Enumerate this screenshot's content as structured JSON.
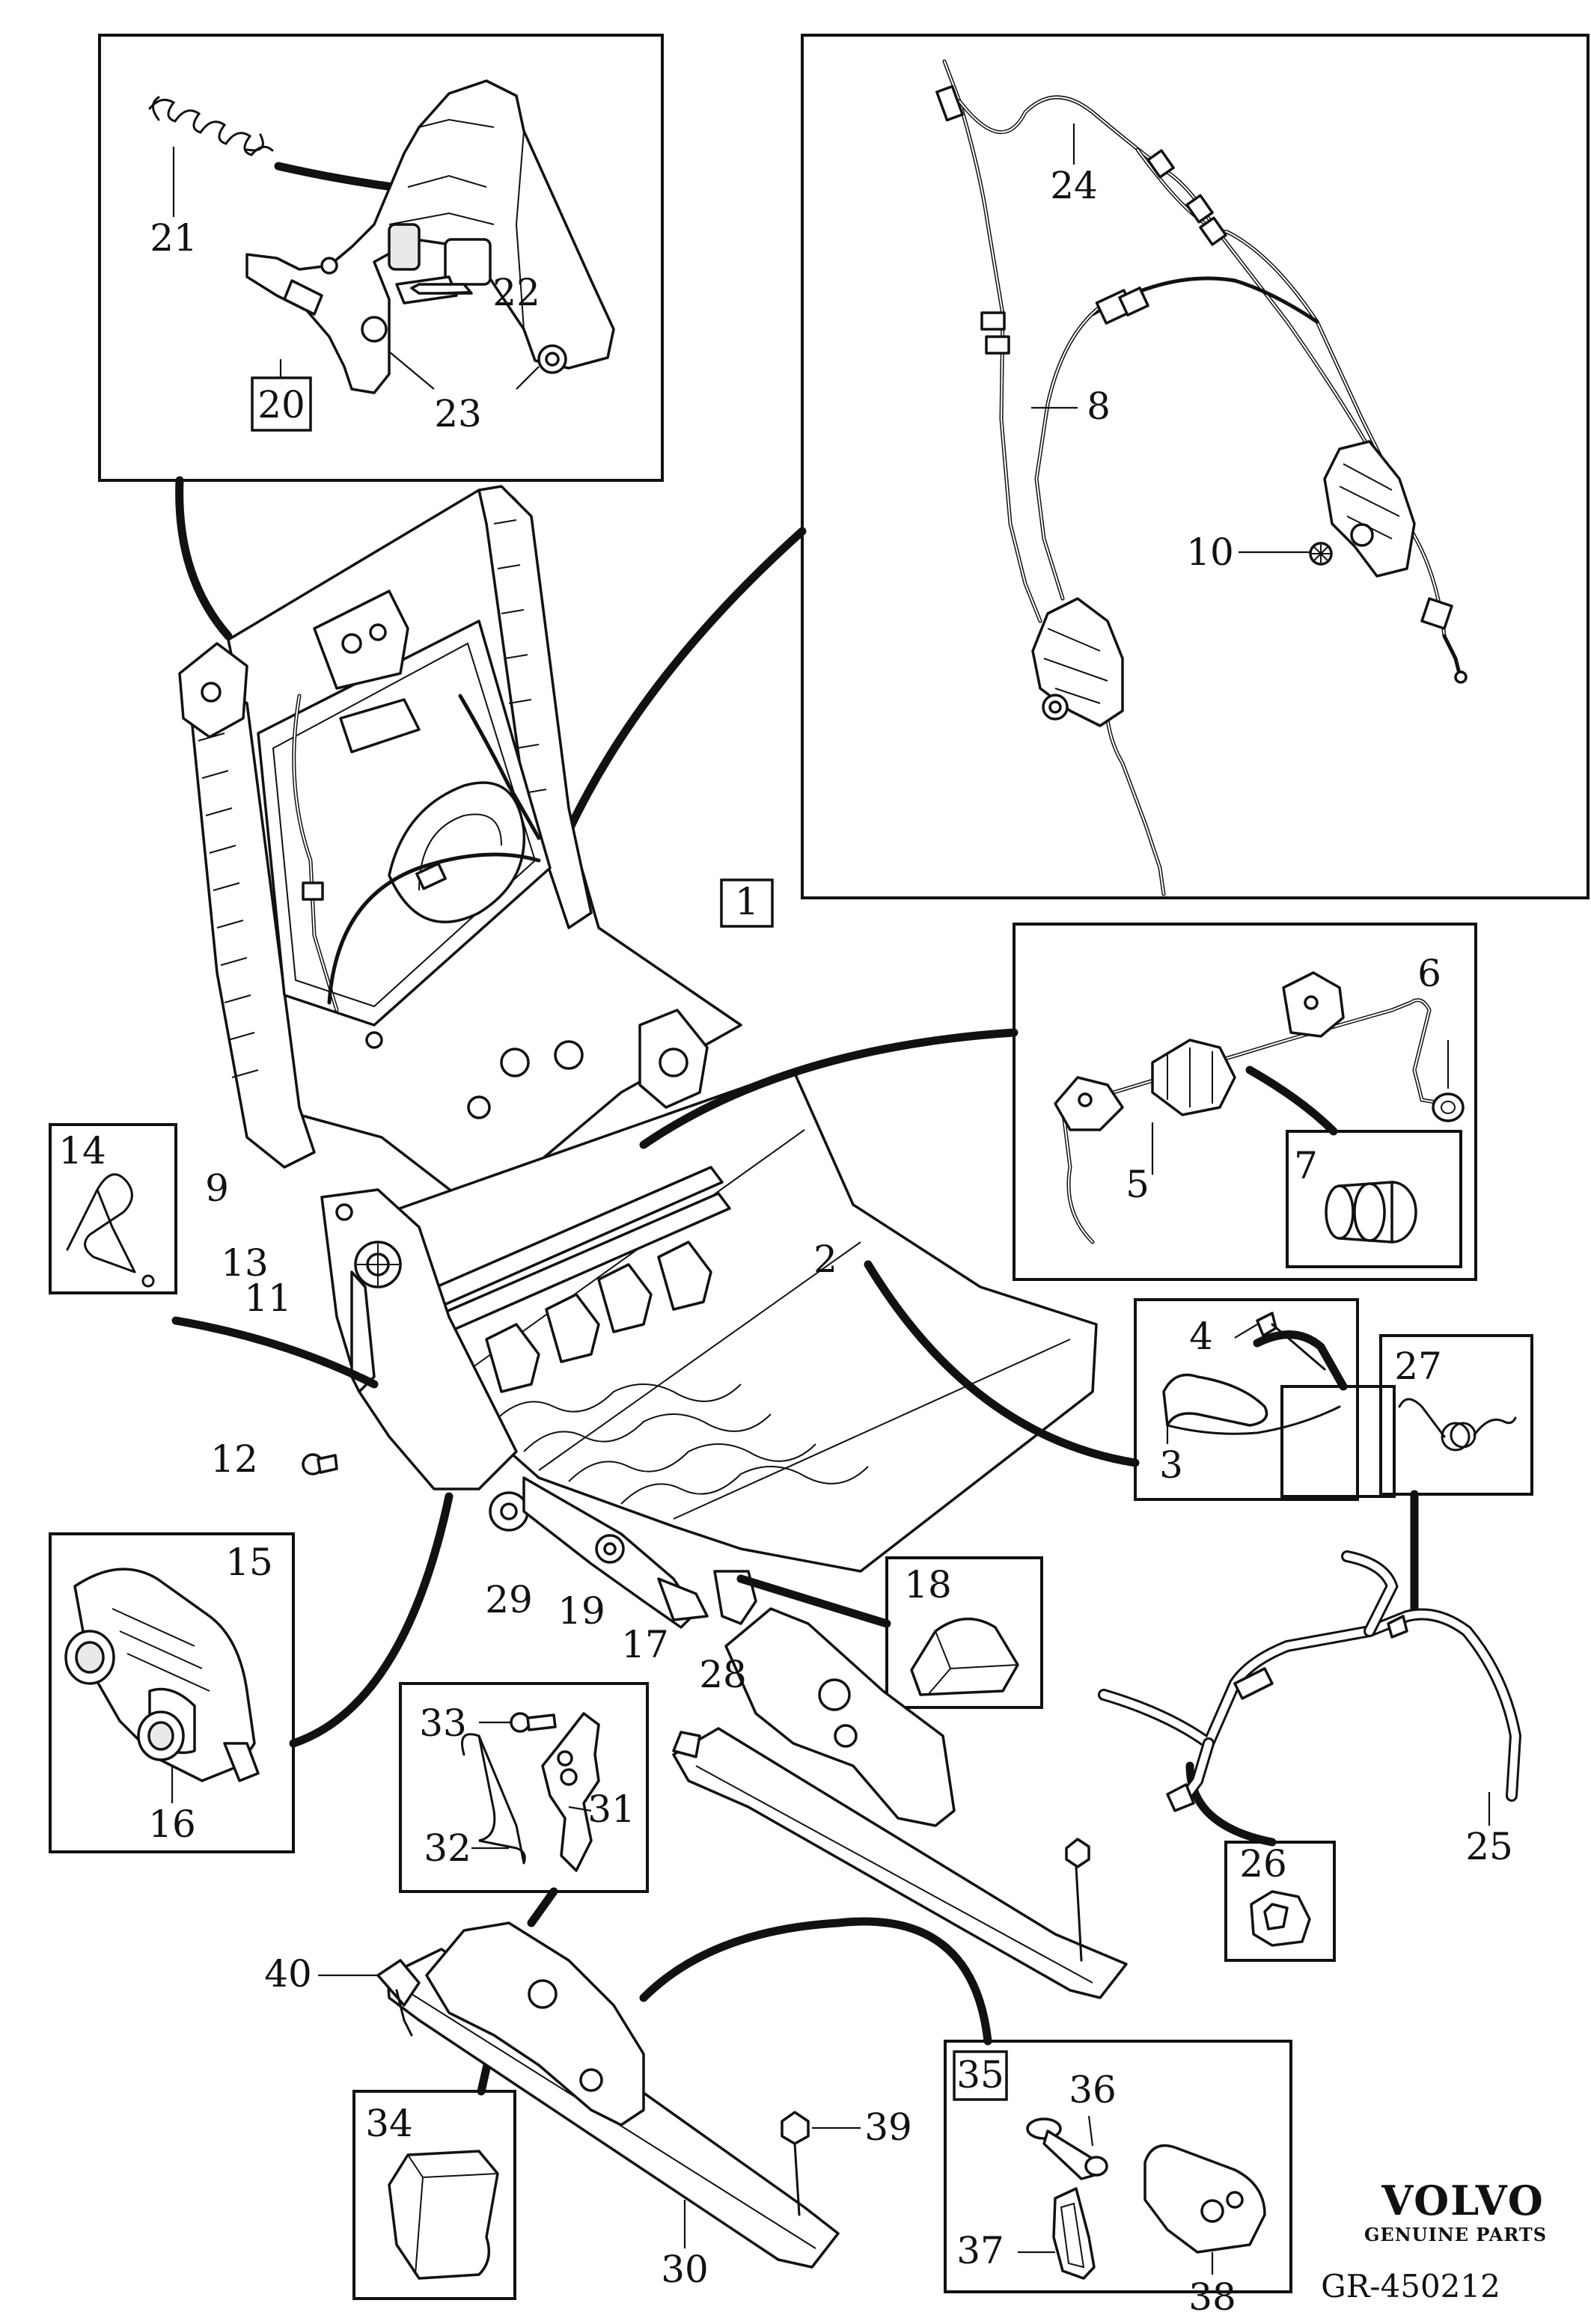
{
  "diagram": {
    "brand": "VOLVO",
    "brand_sub": "GENUINE PARTS",
    "reference": "GR-450212",
    "callouts": [
      {
        "id": "1",
        "boxed": true
      },
      {
        "id": "2"
      },
      {
        "id": "3"
      },
      {
        "id": "4"
      },
      {
        "id": "5"
      },
      {
        "id": "6"
      },
      {
        "id": "7"
      },
      {
        "id": "8"
      },
      {
        "id": "9"
      },
      {
        "id": "10"
      },
      {
        "id": "11"
      },
      {
        "id": "12"
      },
      {
        "id": "13"
      },
      {
        "id": "14"
      },
      {
        "id": "15"
      },
      {
        "id": "16"
      },
      {
        "id": "17"
      },
      {
        "id": "18"
      },
      {
        "id": "19"
      },
      {
        "id": "20",
        "boxed": true
      },
      {
        "id": "21"
      },
      {
        "id": "22"
      },
      {
        "id": "23"
      },
      {
        "id": "24"
      },
      {
        "id": "25"
      },
      {
        "id": "26"
      },
      {
        "id": "27"
      },
      {
        "id": "28"
      },
      {
        "id": "29"
      },
      {
        "id": "30"
      },
      {
        "id": "31"
      },
      {
        "id": "32"
      },
      {
        "id": "33"
      },
      {
        "id": "34"
      },
      {
        "id": "35",
        "boxed": true
      },
      {
        "id": "36"
      },
      {
        "id": "37"
      },
      {
        "id": "38"
      },
      {
        "id": "39"
      },
      {
        "id": "40"
      }
    ]
  }
}
